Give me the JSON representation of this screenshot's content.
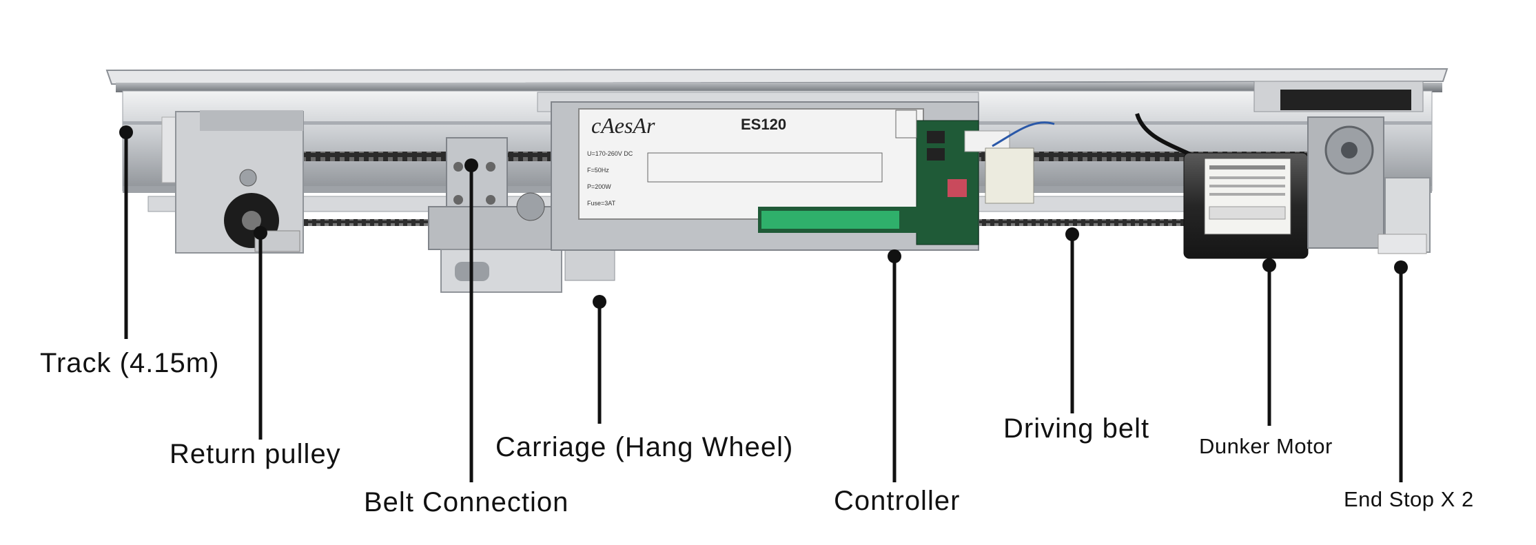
{
  "brand": "cAesAr",
  "model": "ES120",
  "controller_specs": [
    "U=170-260V DC",
    "F=50Hz",
    "P=200W",
    "Fuse=3AT"
  ],
  "labels": {
    "track": "Track (4.15m)",
    "return_pulley": "Return pulley",
    "belt_connection": "Belt Connection",
    "carriage": "Carriage (Hang Wheel)",
    "controller": "Controller",
    "driving_belt": "Driving belt",
    "dunker_motor": "Dunker Motor",
    "end_stop": "End Stop X 2"
  },
  "colors": {
    "aluminium": "#c9ccd0",
    "belt": "#2b2b2b",
    "pcb": "#1f5a37",
    "callout": "#111111"
  }
}
